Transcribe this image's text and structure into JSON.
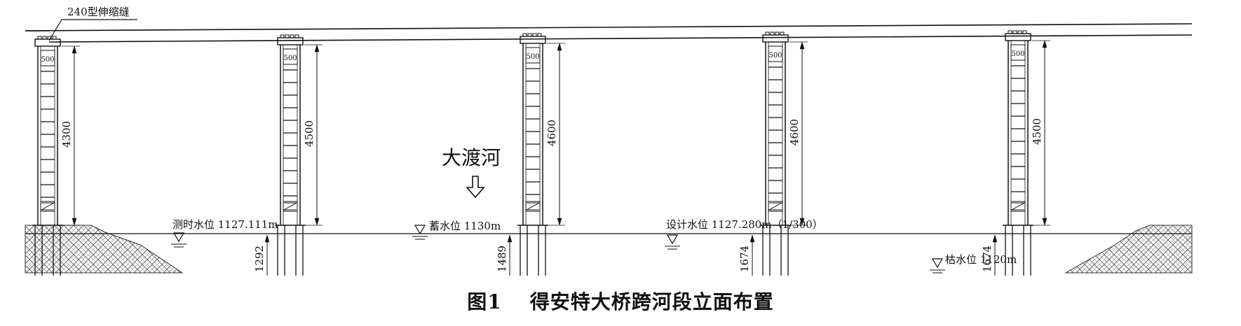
{
  "joint_label": "240型伸缩缝",
  "river_name": "大渡河",
  "piers": [
    {
      "height_label": "4300",
      "width_label": "500",
      "base_label": ""
    },
    {
      "height_label": "4500",
      "width_label": "500",
      "base_label": "1292"
    },
    {
      "height_label": "4600",
      "width_label": "500",
      "base_label": "1489"
    },
    {
      "height_label": "4600",
      "width_label": "500",
      "base_label": "1674"
    },
    {
      "height_label": "4500",
      "width_label": "500",
      "base_label": "1674"
    }
  ],
  "water_levels": {
    "measured": "测时水位 1127.111m",
    "storage": "蓄水位 1130m",
    "design": "设计水位 1127.280m（1/300）",
    "dry": "枯水位 1120m"
  },
  "caption": {
    "number": "图1",
    "title": "得安特大桥跨河段立面布置"
  }
}
